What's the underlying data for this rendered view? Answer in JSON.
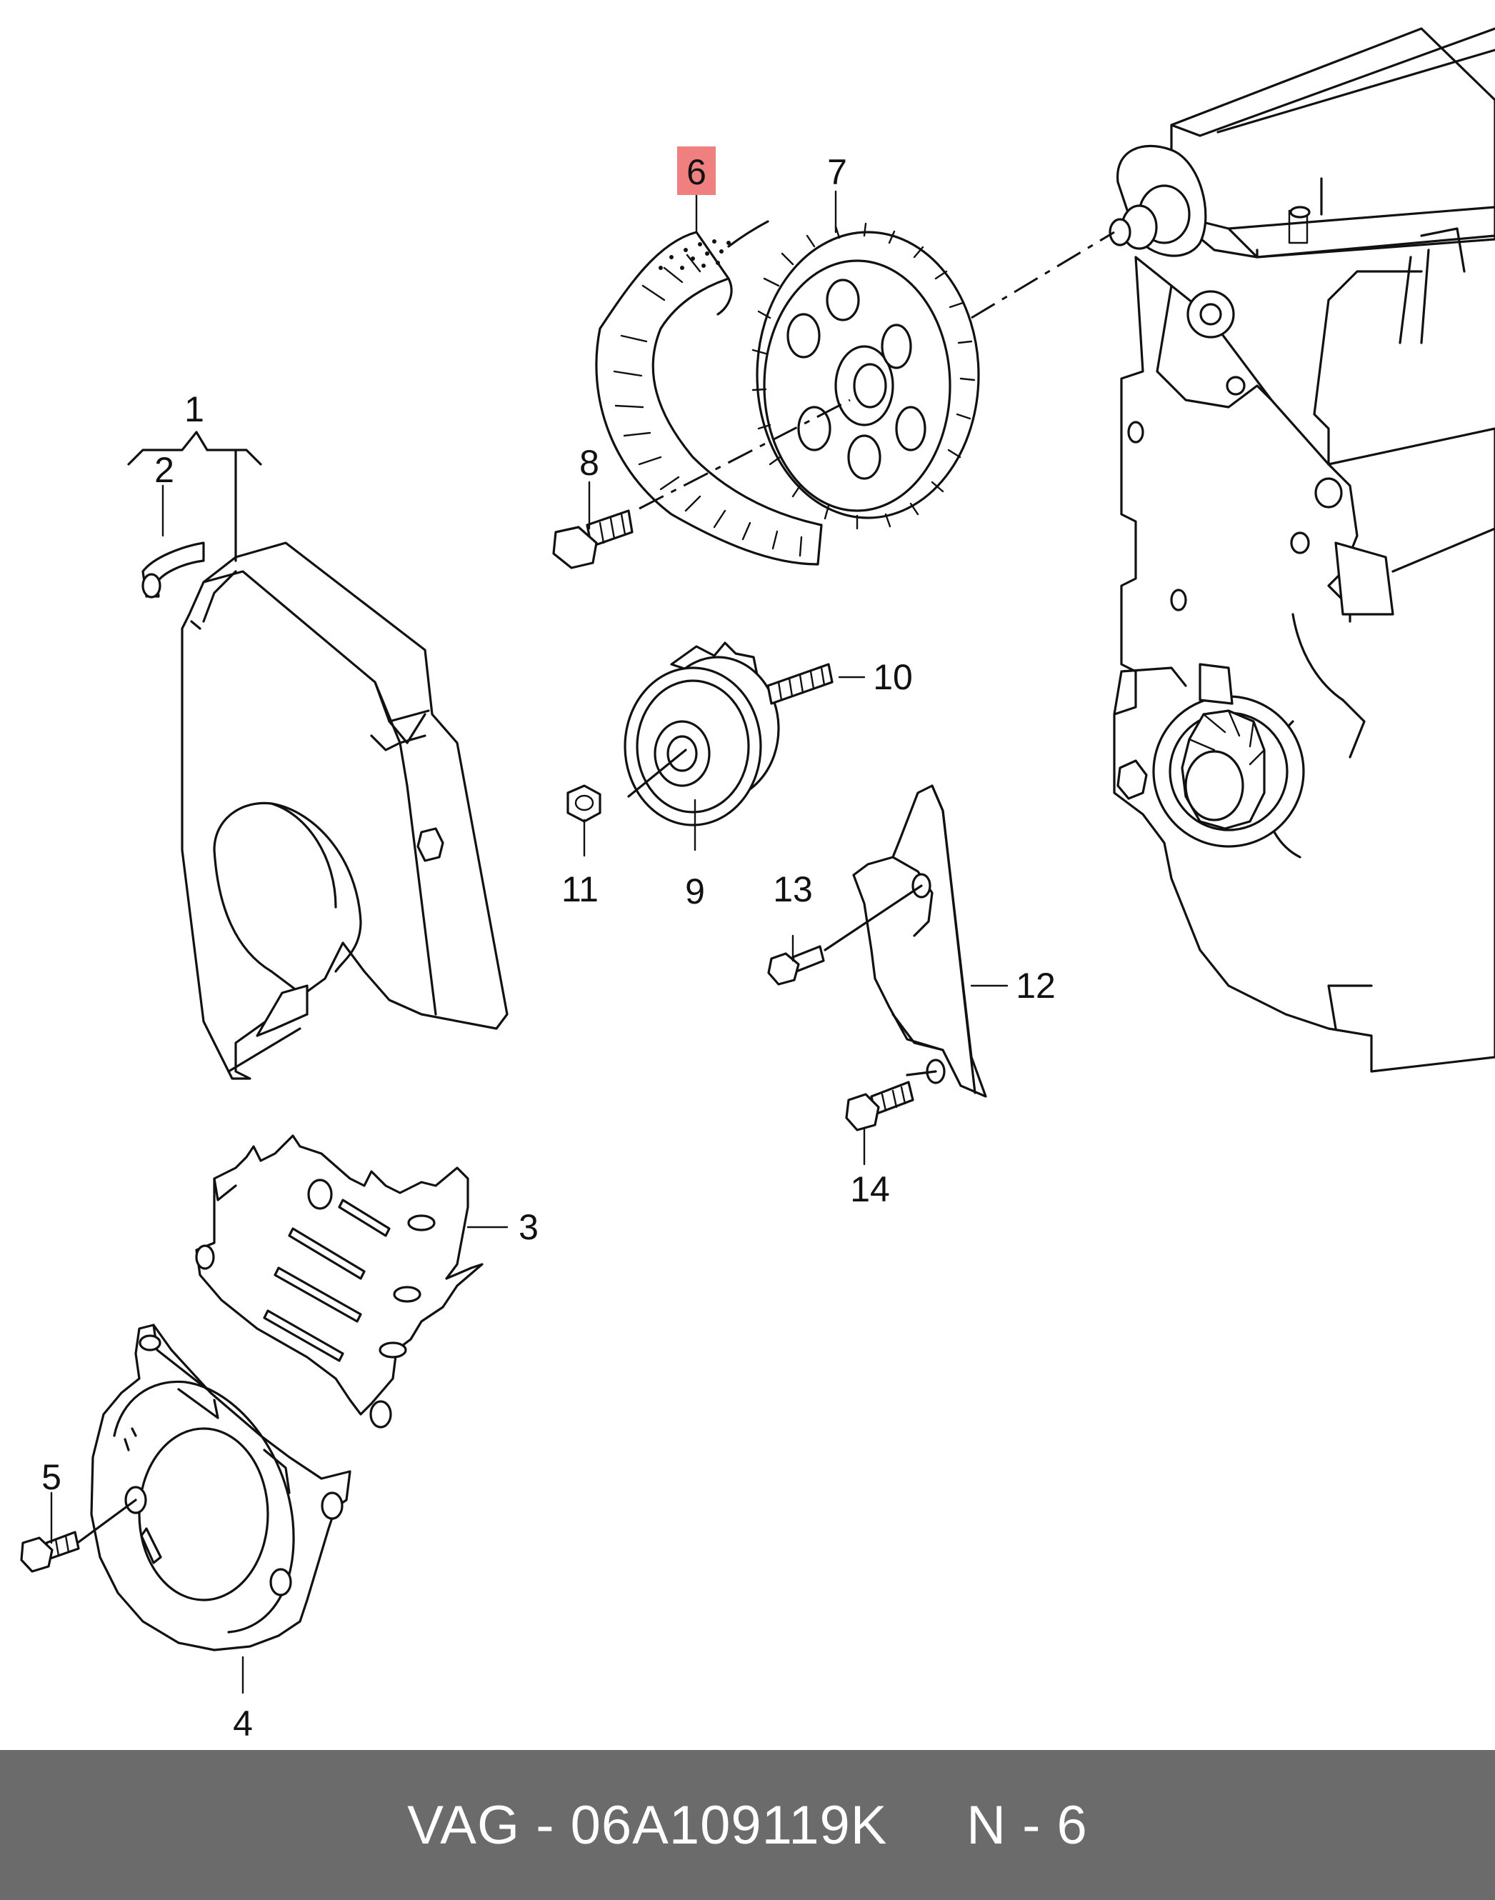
{
  "callouts": {
    "c1": "1",
    "c2": "2",
    "c3": "3",
    "c4": "4",
    "c5": "5",
    "c6": "6",
    "c7": "7",
    "c8": "8",
    "c9": "9",
    "c10": "10",
    "c11": "11",
    "c12": "12",
    "c13": "13",
    "c14": "14"
  },
  "highlight": {
    "callout": "6",
    "color": "#f08080"
  },
  "footer": {
    "text": "VAG - 06A109119K     N - 6",
    "background": "#6b6b6b",
    "color": "#ffffff"
  }
}
